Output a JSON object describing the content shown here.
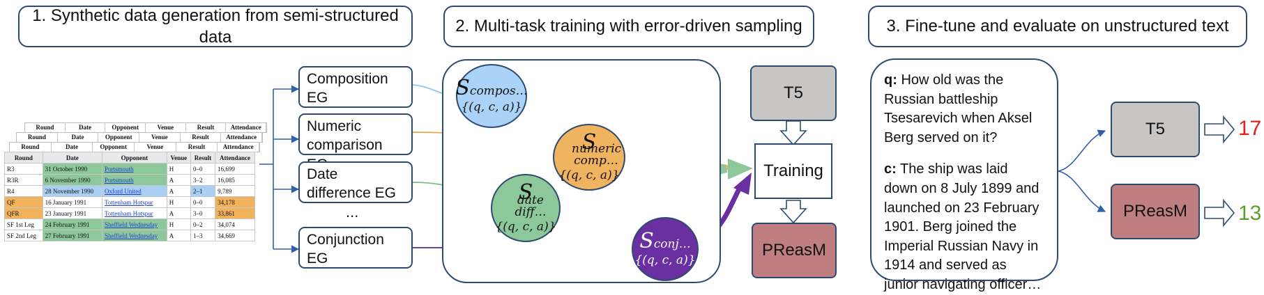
{
  "headers": [
    "1. Synthetic data generation from semi-structured data",
    "2. Multi-task training with error-driven sampling",
    "3. Fine-tune and evaluate on unstructured text"
  ],
  "table": {
    "columns": [
      "Round",
      "Date",
      "Opponent",
      "Venue",
      "Result",
      "Attendance"
    ],
    "rows": [
      [
        "R3",
        "31 October 1990",
        "Portsmouth",
        "H",
        "0–0",
        "16,699"
      ],
      [
        "R3R",
        "6 November 1990",
        "Portsmouth",
        "A",
        "3–2",
        "16,085"
      ],
      [
        "R4",
        "28 November 1990",
        "Oxford United",
        "A",
        "2–1",
        "9,789"
      ],
      [
        "QF",
        "16 January 1991",
        "Tottenham Hotspur",
        "H",
        "0–0",
        "34,178"
      ],
      [
        "QFR",
        "23 January 1991",
        "Tottenham Hotspur",
        "A",
        "3–0",
        "33,861"
      ],
      [
        "SF 1st Leg",
        "24 February 1991",
        "Sheffield Wednesday",
        "H",
        "0–2",
        "34,074"
      ],
      [
        "SF 2nd Leg",
        "27 February 1991",
        "Sheffield Wednesday",
        "A",
        "1–3",
        "34,669"
      ]
    ]
  },
  "generators": {
    "composition": "Composition EG",
    "numeric": "Numeric comparison EG",
    "date": "Date difference EG",
    "ellipsis": "...",
    "conjunction": "Conjunction EG"
  },
  "circles": {
    "compos": {
      "s": "S",
      "sub": "compos…",
      "set": "{(q, c, a)}",
      "color": "#aad3f7"
    },
    "numeric": {
      "s": "S",
      "sub": "numeric comp…",
      "set": "{(q, c, a)}",
      "color": "#f0b35f"
    },
    "date": {
      "s": "S",
      "sub": "date diff…",
      "set": "{(q, c, a)}",
      "color": "#8cc89a"
    },
    "conj": {
      "s": "S",
      "sub": "conj…",
      "set": "{(q, c, a)}",
      "color": "#6a2fa0"
    }
  },
  "models": {
    "t5": "T5",
    "training": "Training",
    "preasm": "PReasM"
  },
  "qa": {
    "q_label": "q:",
    "q_text": "How old was the Russian battleship Tsesarevich when Aksel Berg served on it?",
    "c_label": "c:",
    "c_text": "The ship was laid down on 8 July 1899 and launched on 23 February 1901. Berg joined the Imperial Russian Navy in 1914 and served as junior navigating officer…"
  },
  "results": [
    {
      "model": "T5",
      "score": "17",
      "color": "#e02020"
    },
    {
      "model": "PReasM",
      "score": "13",
      "color": "#5aa02c"
    }
  ]
}
